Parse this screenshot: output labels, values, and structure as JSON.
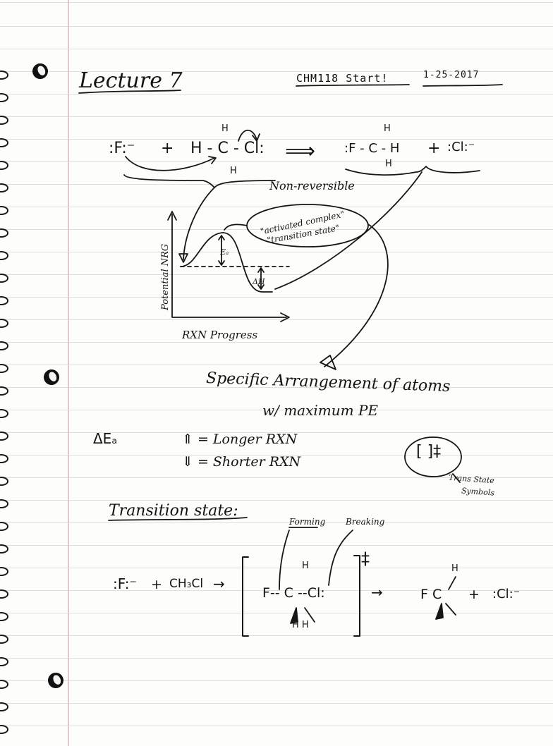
{
  "header": {
    "title": "Lecture 7",
    "course": "CHM118 Start!",
    "date": "1-25-2017"
  },
  "reaction1": {
    "reactant1": ":F:⁻",
    "plus1": "+",
    "reactant2": "H - C - Cl:",
    "h_top": "H",
    "h_bottom": "H",
    "arrow": "⟹",
    "product1": ":F - C - H",
    "product_h_top": "H",
    "product_h_bottom": "H",
    "plus2": "+",
    "product2": ":Cl:⁻",
    "note": "Non-reversible"
  },
  "energy_diagram": {
    "y_label": "Potential NRG",
    "x_label": "RXN Progress",
    "activated_complex_line1": "\"activated complex\"",
    "activated_complex_line2": "\"transition state\"",
    "ea_label": "Eₐ",
    "dh_label": "ΔH"
  },
  "definition": {
    "line1": "Specific Arrangement of atoms",
    "line2": "w/ maximum PE"
  },
  "ea_effects": {
    "lead": "ΔEₐ",
    "up": "⇑ = Longer RXN",
    "down": "⇓ = Shorter RXN"
  },
  "ts_symbol": {
    "symbol": "[ ]‡",
    "label_line1": "Trans State",
    "label_line2": "Symbols"
  },
  "transition_state": {
    "heading": "Transition state:",
    "forming": "Forming",
    "breaking": "Breaking",
    "reactant": ":F:⁻",
    "plus": "+",
    "reagent": "CH₃Cl",
    "arrow1": "→",
    "complex": "F-- C --Cl:",
    "complex_h_top": "H",
    "complex_h_bottom": "H   H",
    "dagger": "‡",
    "arrow2": "→",
    "product1": "F C",
    "product1_h": "H",
    "plus2": "+",
    "product2": ":Cl:⁻"
  }
}
